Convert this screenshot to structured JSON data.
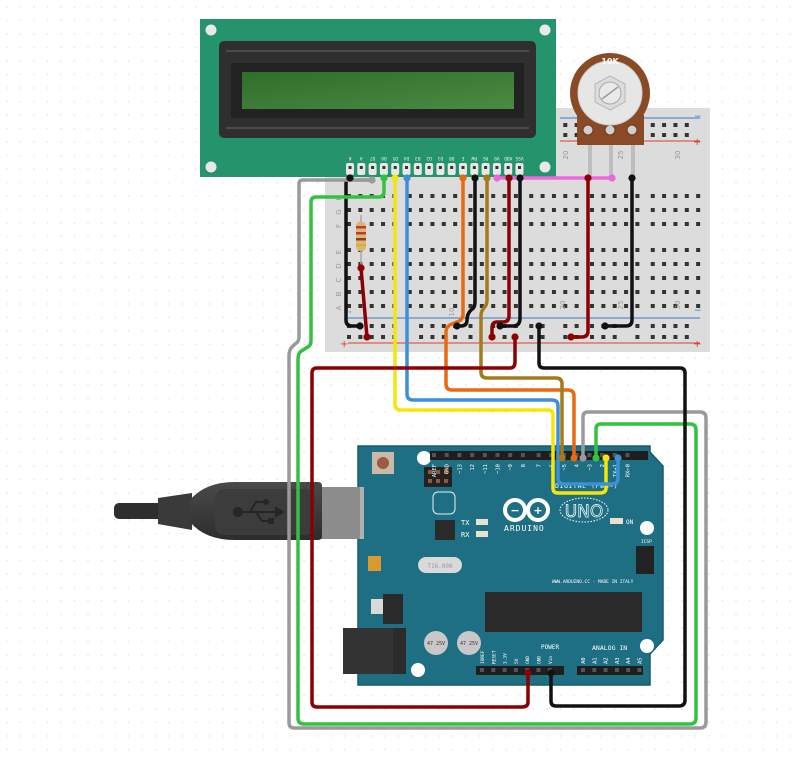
{
  "canvas": {
    "background": "#ffffff",
    "grid_dot_color": "#e4e8ea"
  },
  "lcd": {
    "name": "16x2 LCD",
    "board_color": "#25936b",
    "screen_color": "#3a7a35",
    "pins": [
      "K",
      "A",
      "D7",
      "D6",
      "D5",
      "D4",
      "D3",
      "D2",
      "D1",
      "D0",
      "E",
      "RW",
      "RS",
      "V0",
      "VDD",
      "VSS"
    ]
  },
  "potentiometer": {
    "label": "10K",
    "body_color": "#8a4a26"
  },
  "resistor": {
    "name": "220 ohm resistor",
    "bands": [
      "#c0392b",
      "#c0392b",
      "#8b4513",
      "#d4af37"
    ]
  },
  "breadboard": {
    "row_letters_top": [
      "F",
      "G",
      "H"
    ],
    "row_letters_bottom": [
      "A",
      "B",
      "C",
      "D",
      "E"
    ],
    "column_numbers": [
      "1",
      "10",
      "20",
      "25",
      "30"
    ],
    "rail_minus": "−",
    "rail_plus": "+",
    "rail_minus_color": "#3a78c9",
    "rail_plus_color": "#d8402c"
  },
  "arduino": {
    "board_color": "#1f6f84",
    "logo_text": "ARDUINO",
    "model": "UNO",
    "digital_label": "DIGITAL (PWM~)",
    "power_label": "POWER",
    "analog_label": "ANALOG IN",
    "website": "WWW.ARDUINO.CC - MADE IN ITALY",
    "on_label": "ON",
    "tx_label": "TX",
    "rx_label": "RX",
    "icsp_label": "ICSP",
    "aref_label": "AREF",
    "reset_label": "RESET",
    "crystal_label": "T16.000",
    "capacitor_label": "47 25V",
    "digital_pins": [
      "AREF",
      "GND",
      "~13",
      "12",
      "~11",
      "~10",
      "~9",
      "8",
      "7",
      "~6",
      "~5",
      "4",
      "~3",
      "2",
      "TX→1",
      "RX←0"
    ],
    "power_pins": [
      "IOREF",
      "RESET",
      "3.3V",
      "5V",
      "GND",
      "GND",
      "Vin"
    ],
    "analog_pins": [
      "A0",
      "A1",
      "A2",
      "A3",
      "A4",
      "A5"
    ]
  },
  "usb_cable": {
    "name": "USB cable",
    "symbol": "usb-symbol"
  },
  "wires": [
    {
      "id": "lcd-k-gnd",
      "color": "#111111",
      "from": "LCD K",
      "to": "breadboard GND rail"
    },
    {
      "id": "lcd-a-resistor",
      "color": "#9a9a9a",
      "from": "LCD A",
      "to": "resistor"
    },
    {
      "id": "resistor-5v",
      "color": "#8b0000",
      "from": "resistor",
      "to": "breadboard 5V rail"
    },
    {
      "id": "lcd-d7-pin2",
      "color": "#33c240",
      "from": "LCD D7",
      "to": "Arduino D2"
    },
    {
      "id": "lcd-d6-pin3",
      "color": "#9a9a9a",
      "from": "LCD D6",
      "to": "Arduino D3"
    },
    {
      "id": "lcd-d5-pin4",
      "color": "#f5e50a",
      "from": "LCD D5",
      "to": "Arduino D4"
    },
    {
      "id": "lcd-d4-pin5",
      "color": "#3d8fd6",
      "from": "LCD D4",
      "to": "Arduino D5"
    },
    {
      "id": "lcd-e-pin11",
      "color": "#e86a10",
      "from": "LCD E",
      "to": "Arduino D11"
    },
    {
      "id": "lcd-rw-gnd",
      "color": "#111111",
      "from": "LCD RW",
      "to": "breadboard GND rail"
    },
    {
      "id": "lcd-rs-pin12",
      "color": "#a57a1c",
      "from": "LCD RS",
      "to": "Arduino D12"
    },
    {
      "id": "lcd-v0-pot",
      "color": "#ee66dd",
      "from": "LCD V0",
      "to": "potentiometer wiper"
    },
    {
      "id": "lcd-vdd-5v",
      "color": "#8b0000",
      "from": "LCD VDD",
      "to": "breadboard 5V rail"
    },
    {
      "id": "lcd-vss-gnd",
      "color": "#111111",
      "from": "LCD VSS",
      "to": "breadboard GND rail"
    },
    {
      "id": "pot-5v",
      "color": "#8b0000",
      "from": "potentiometer",
      "to": "breadboard 5V rail"
    },
    {
      "id": "pot-gnd",
      "color": "#111111",
      "from": "potentiometer",
      "to": "breadboard GND rail"
    },
    {
      "id": "arduino-5v",
      "color": "#8b0000",
      "from": "Arduino 5V",
      "to": "breadboard 5V rail"
    },
    {
      "id": "arduino-gnd",
      "color": "#111111",
      "from": "Arduino GND",
      "to": "breadboard GND rail"
    }
  ]
}
